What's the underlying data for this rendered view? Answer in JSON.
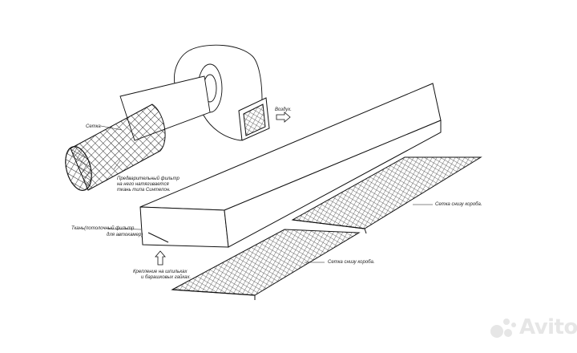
{
  "labels": {
    "mesh_top": "Сетка",
    "prefilter_line1": "Предварительный фильтр",
    "prefilter_line2": "на него натягивается",
    "prefilter_line3": "ткань типа Синтепон.",
    "air": "Воздух.",
    "fabric_line1": "Ткань(потолочный фильтр",
    "fabric_line2": "для автокамер)",
    "mount_line1": "Крепление на шпильках",
    "mount_line2": "и барашковых гайках.",
    "mesh_box_bottom_right": "Сетка снизу короба.",
    "mesh_box_bottom_center": "Сетка снизу короба."
  },
  "watermark": {
    "text": "Avito",
    "icon": "avito-dots-icon",
    "color": "#e6e6e6"
  },
  "colors": {
    "line": "#111111",
    "mesh": "#333333"
  }
}
